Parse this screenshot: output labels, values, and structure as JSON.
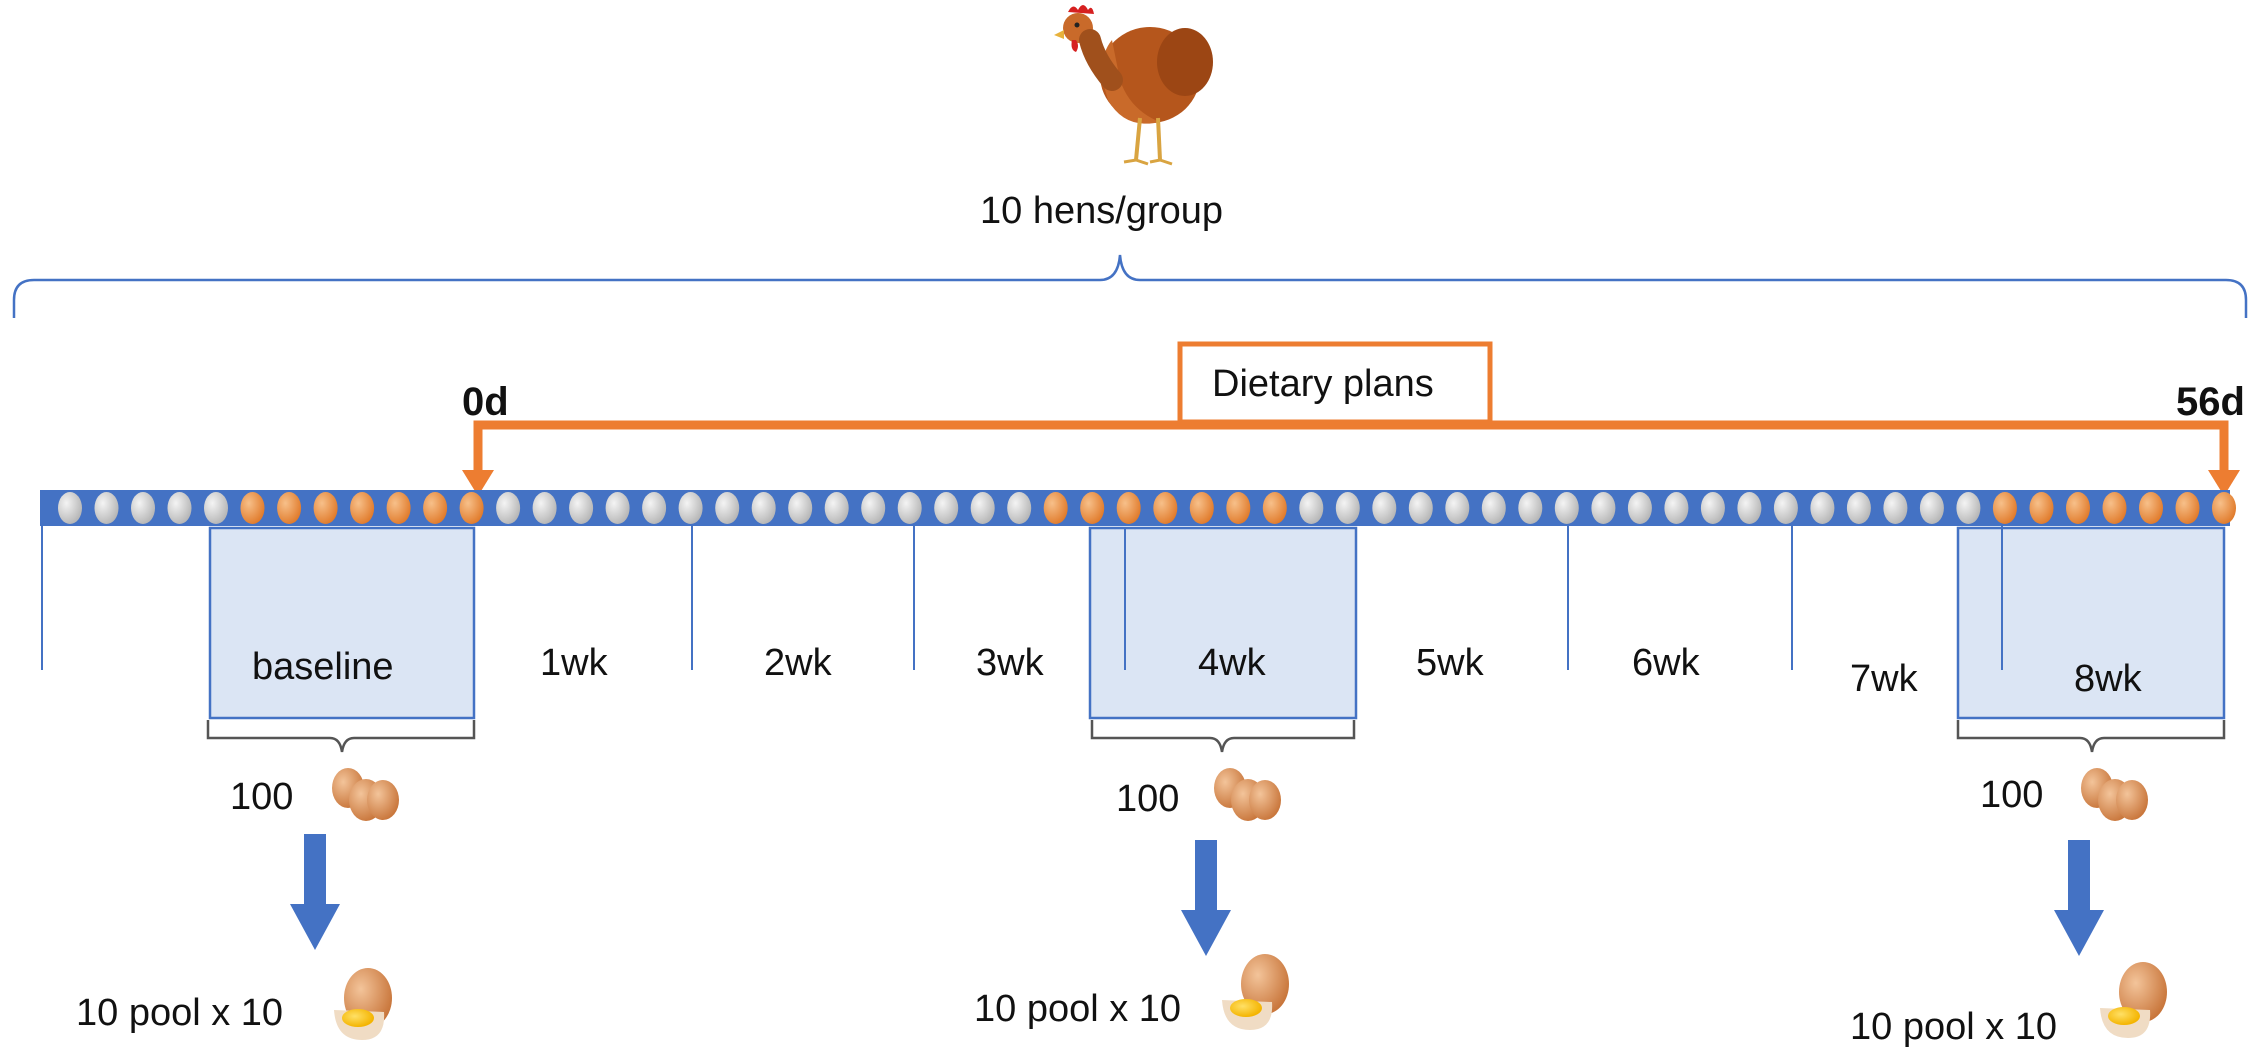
{
  "header": {
    "group_label": "10 hens/group"
  },
  "diet": {
    "label": "Dietary plans",
    "start": "0d",
    "end": "56d"
  },
  "weeks": [
    "baseline",
    "1wk",
    "2wk",
    "3wk",
    "4wk",
    "5wk",
    "6wk",
    "7wk",
    "8wk"
  ],
  "collections": [
    {
      "count": "100",
      "pool": "10 pool x 10"
    },
    {
      "count": "100",
      "pool": "10 pool x 10"
    },
    {
      "count": "100",
      "pool": "10 pool x 10"
    }
  ],
  "colors": {
    "bar": "#4472c4",
    "orange": "#ed7d31",
    "shade": "#dbe5f4",
    "brace": "#4472c4"
  }
}
